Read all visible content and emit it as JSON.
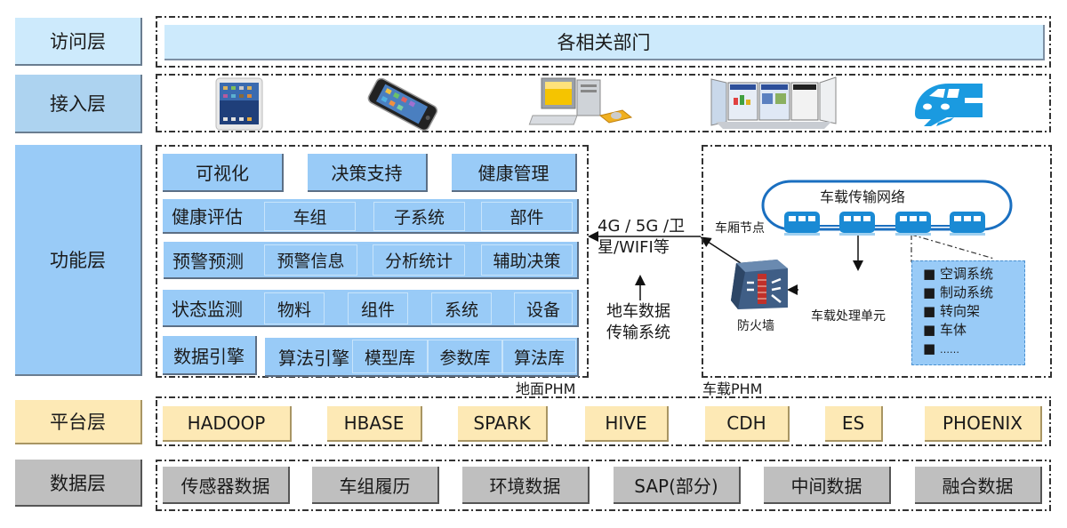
{
  "layers": {
    "access": "访问层",
    "ingress": "接入层",
    "function": "功能层",
    "platform": "平台层",
    "data": "数据层"
  },
  "access_layer": {
    "departments": "各相关部门"
  },
  "ingress_layer": {
    "devices": [
      "tablet-icon",
      "smartphone-icon",
      "desktop-computer-icon",
      "dashboard-screens-icon",
      "train-icon"
    ]
  },
  "function_layer": {
    "ground_phm": {
      "label": "地面PHM",
      "top_modules": [
        "可视化",
        "决策支持",
        "健康管理"
      ],
      "rows": [
        {
          "title": "健康评估",
          "items": [
            "车组",
            "子系统",
            "部件"
          ]
        },
        {
          "title": "预警预测",
          "items": [
            "预警信息",
            "分析统计",
            "辅助决策"
          ]
        },
        {
          "title": "状态监测",
          "items": [
            "物料",
            "组件",
            "系统",
            "设备"
          ]
        }
      ],
      "engine_row": {
        "title": "数据引擎",
        "subtitle": "算法引擎",
        "items": [
          "模型库",
          "参数库",
          "算法库"
        ]
      }
    },
    "link": {
      "channel": "4G / 5G /卫星/WIFI等",
      "channel_line1": "4G / 5G /卫",
      "channel_line2": "星/WIFI等",
      "system_line1": "地车数据",
      "system_line2": "传输系统"
    },
    "onboard_phm": {
      "label": "车载PHM",
      "network": "车载传输网络",
      "car_node": "车厢节点",
      "firewall": "防火墙",
      "processing_unit": "车载处理单元",
      "subsystems": [
        "空调系统",
        "制动系统",
        "转向架",
        "车体",
        "……"
      ]
    }
  },
  "platform_layer": {
    "items": [
      "HADOOP",
      "HBASE",
      "SPARK",
      "HIVE",
      "CDH",
      "ES",
      "PHOENIX"
    ]
  },
  "data_layer": {
    "items": [
      "传感器数据",
      "车组履历",
      "环境数据",
      "SAP(部分)",
      "中间数据",
      "融合数据"
    ]
  },
  "colors": {
    "access": "#cdeafc",
    "ingress": "#add3f0",
    "function": "#99cbf7",
    "platform": "#fde9b5",
    "data": "#bfbfbf",
    "network_blue": "#1a8ad4"
  }
}
